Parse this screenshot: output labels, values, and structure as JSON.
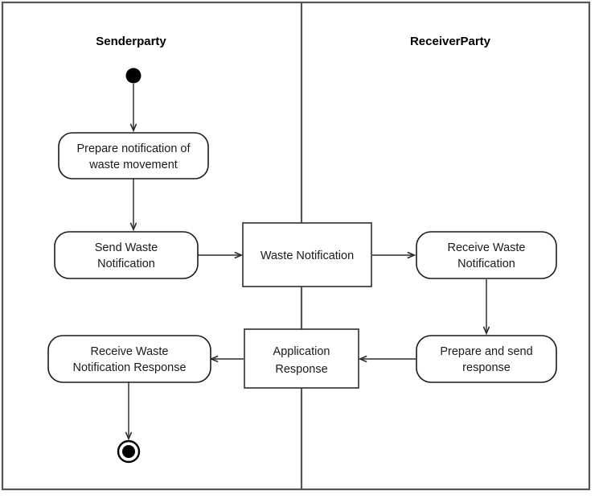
{
  "diagram": {
    "type": "uml-activity-diagram",
    "title": "",
    "lanes": [
      {
        "id": "sender",
        "label": "Senderparty"
      },
      {
        "id": "receiver",
        "label": "ReceiverParty"
      }
    ],
    "nodes": [
      {
        "id": "start",
        "kind": "initial-node",
        "lane": "sender",
        "label": ""
      },
      {
        "id": "prepare-notification",
        "kind": "action",
        "lane": "sender",
        "label_line1": "Prepare notification of",
        "label_line2": "waste movement"
      },
      {
        "id": "send-waste-notification",
        "kind": "action",
        "lane": "sender",
        "label_line1": "Send Waste",
        "label_line2": "Notification"
      },
      {
        "id": "waste-notification-object",
        "kind": "object-node",
        "lane": "boundary",
        "label_line1": "Waste Notification",
        "label_line2": ""
      },
      {
        "id": "receive-waste-notification",
        "kind": "action",
        "lane": "receiver",
        "label_line1": "Receive Waste",
        "label_line2": "Notification"
      },
      {
        "id": "prepare-and-send-response",
        "kind": "action",
        "lane": "receiver",
        "label_line1": "Prepare and send",
        "label_line2": "response"
      },
      {
        "id": "application-response-object",
        "kind": "object-node",
        "lane": "boundary",
        "label_line1": "Application",
        "label_line2": "Response"
      },
      {
        "id": "receive-waste-notification-response",
        "kind": "action",
        "lane": "sender",
        "label_line1": "Receive Waste",
        "label_line2": "Notification Response"
      },
      {
        "id": "end",
        "kind": "final-node",
        "lane": "sender",
        "label": ""
      }
    ],
    "edges": [
      {
        "from": "start",
        "to": "prepare-notification"
      },
      {
        "from": "prepare-notification",
        "to": "send-waste-notification"
      },
      {
        "from": "send-waste-notification",
        "to": "waste-notification-object"
      },
      {
        "from": "waste-notification-object",
        "to": "receive-waste-notification"
      },
      {
        "from": "receive-waste-notification",
        "to": "prepare-and-send-response"
      },
      {
        "from": "prepare-and-send-response",
        "to": "application-response-object"
      },
      {
        "from": "application-response-object",
        "to": "receive-waste-notification-response"
      },
      {
        "from": "receive-waste-notification-response",
        "to": "end"
      }
    ],
    "colors": {
      "background": "#ffffff",
      "stroke": "#1a1a1a",
      "frame": "#555555",
      "flow": "#4a4a4a",
      "text": "#000000"
    }
  }
}
